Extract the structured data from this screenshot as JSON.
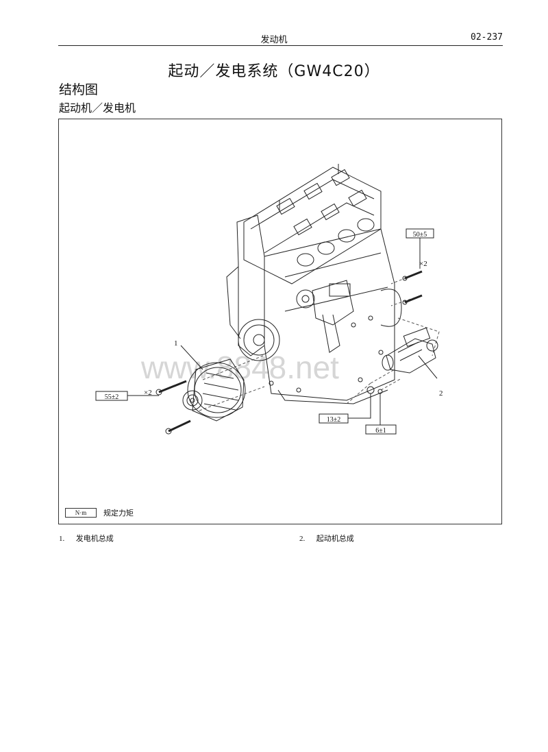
{
  "header": {
    "section": "发动机",
    "page_code": "02-237"
  },
  "title": "起动／发电系统（GW4C20）",
  "heading": "结构图",
  "subheading": "起动机／发电机",
  "figure": {
    "watermark": "www.8848.net",
    "callouts": [
      "1",
      "2"
    ],
    "torques": [
      "50±5",
      "55±2",
      "13±2",
      "6±1"
    ],
    "qty_marks": [
      "×2",
      "×2"
    ],
    "legend_box": "N·m",
    "legend_text": "规定力矩"
  },
  "captions": [
    {
      "num": "1.",
      "text": "发电机总成"
    },
    {
      "num": "2.",
      "text": "起动机总成"
    }
  ]
}
